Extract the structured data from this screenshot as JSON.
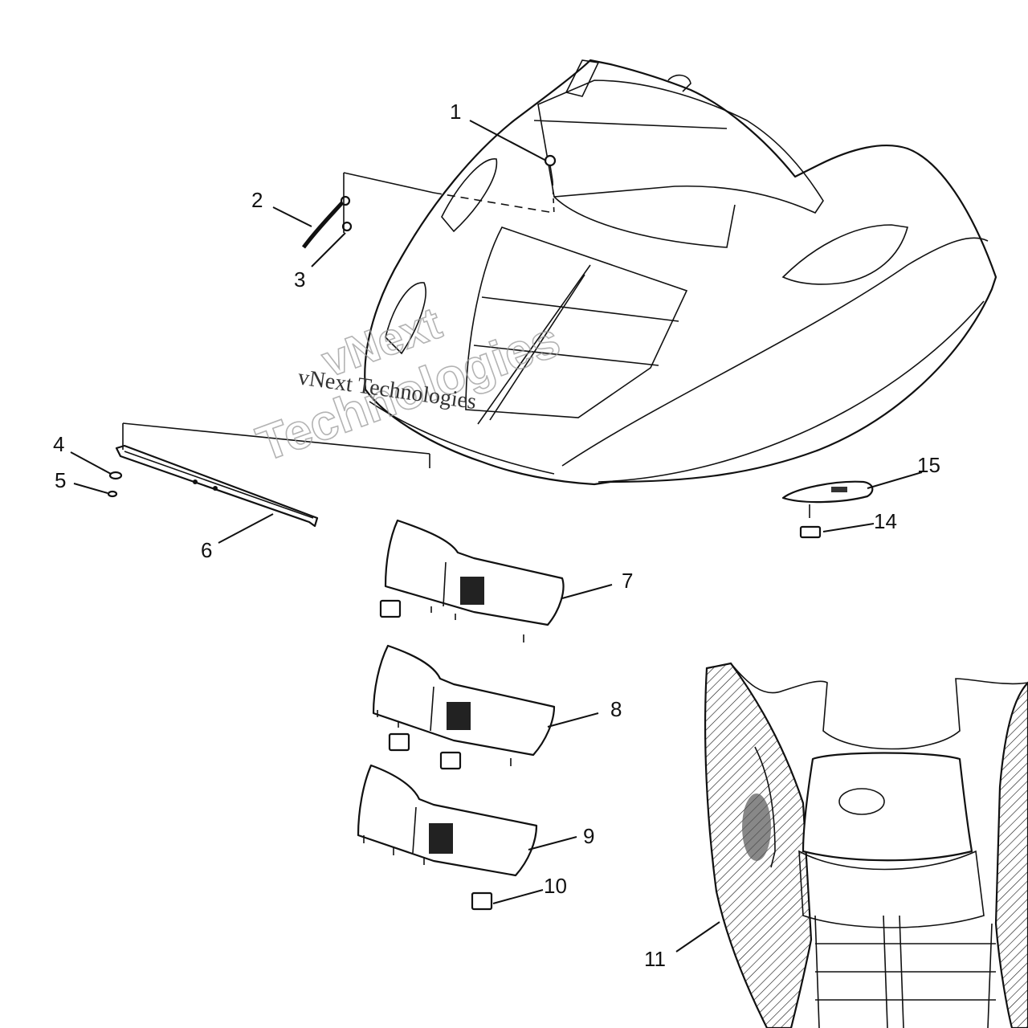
{
  "diagram": {
    "callouts": [
      {
        "id": "1",
        "label": "1"
      },
      {
        "id": "2",
        "label": "2"
      },
      {
        "id": "3",
        "label": "3"
      },
      {
        "id": "4",
        "label": "4"
      },
      {
        "id": "5",
        "label": "5"
      },
      {
        "id": "6",
        "label": "6"
      },
      {
        "id": "7",
        "label": "7"
      },
      {
        "id": "8",
        "label": "8"
      },
      {
        "id": "9",
        "label": "9"
      },
      {
        "id": "10",
        "label": "10"
      },
      {
        "id": "11",
        "label": "11"
      },
      {
        "id": "14",
        "label": "14"
      },
      {
        "id": "15",
        "label": "15"
      }
    ],
    "watermark": {
      "line1": "vNext",
      "line2": "Technologies",
      "inline": "vNext Technologies"
    }
  }
}
